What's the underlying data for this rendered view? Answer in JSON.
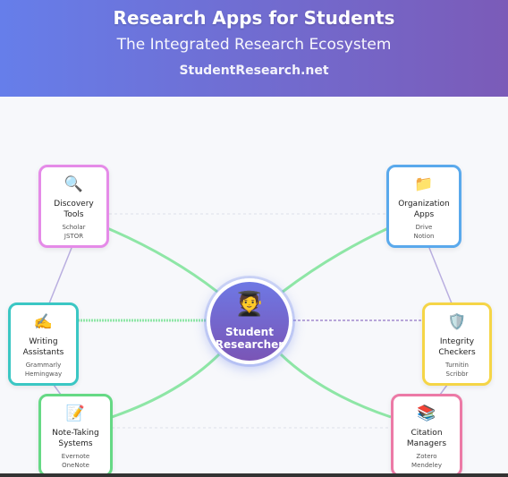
{
  "header": {
    "title": "Research Apps for Students",
    "subtitle": "The Integrated Research Ecosystem",
    "site": "StudentResearch.net"
  },
  "center": {
    "icon": "🧑‍🎓",
    "icon_name": "student-icon",
    "line1": "Student",
    "line2": "Researcher"
  },
  "nodes": [
    {
      "key": "discovery",
      "icon": "🔍",
      "icon_name": "magnifier-icon",
      "name": "Discovery Tools",
      "app1": "Scholar",
      "app2": "JSTOR",
      "color": "#e58be8"
    },
    {
      "key": "organization",
      "icon": "📁",
      "icon_name": "folder-icon",
      "name": "Organization Apps",
      "app1": "Drive",
      "app2": "Notion",
      "color": "#5aa9ec"
    },
    {
      "key": "writing",
      "icon": "✍️",
      "icon_name": "writing-hand-icon",
      "name": "Writing Assistants",
      "app1": "Grammarly",
      "app2": "Hemingway",
      "color": "#3bc7c4"
    },
    {
      "key": "integrity",
      "icon": "🛡️",
      "icon_name": "shield-icon",
      "name": "Integrity Checkers",
      "app1": "Turnitin",
      "app2": "Scribbr",
      "color": "#f5d547"
    },
    {
      "key": "notetaking",
      "icon": "📝",
      "icon_name": "memo-icon",
      "name": "Note-Taking Systems",
      "app1": "Evernote",
      "app2": "OneNote",
      "color": "#66d985"
    },
    {
      "key": "citation",
      "icon": "📚",
      "icon_name": "books-icon",
      "name": "Citation Managers",
      "app1": "Zotero",
      "app2": "Mendeley",
      "color": "#ec7aa6"
    }
  ],
  "colors": {
    "header_start": "#667eea",
    "header_end": "#7b5bb8",
    "strong_link": "#8ee6a6",
    "purple_link": "#b8a6d9",
    "weak_link": "#d8dce6"
  }
}
